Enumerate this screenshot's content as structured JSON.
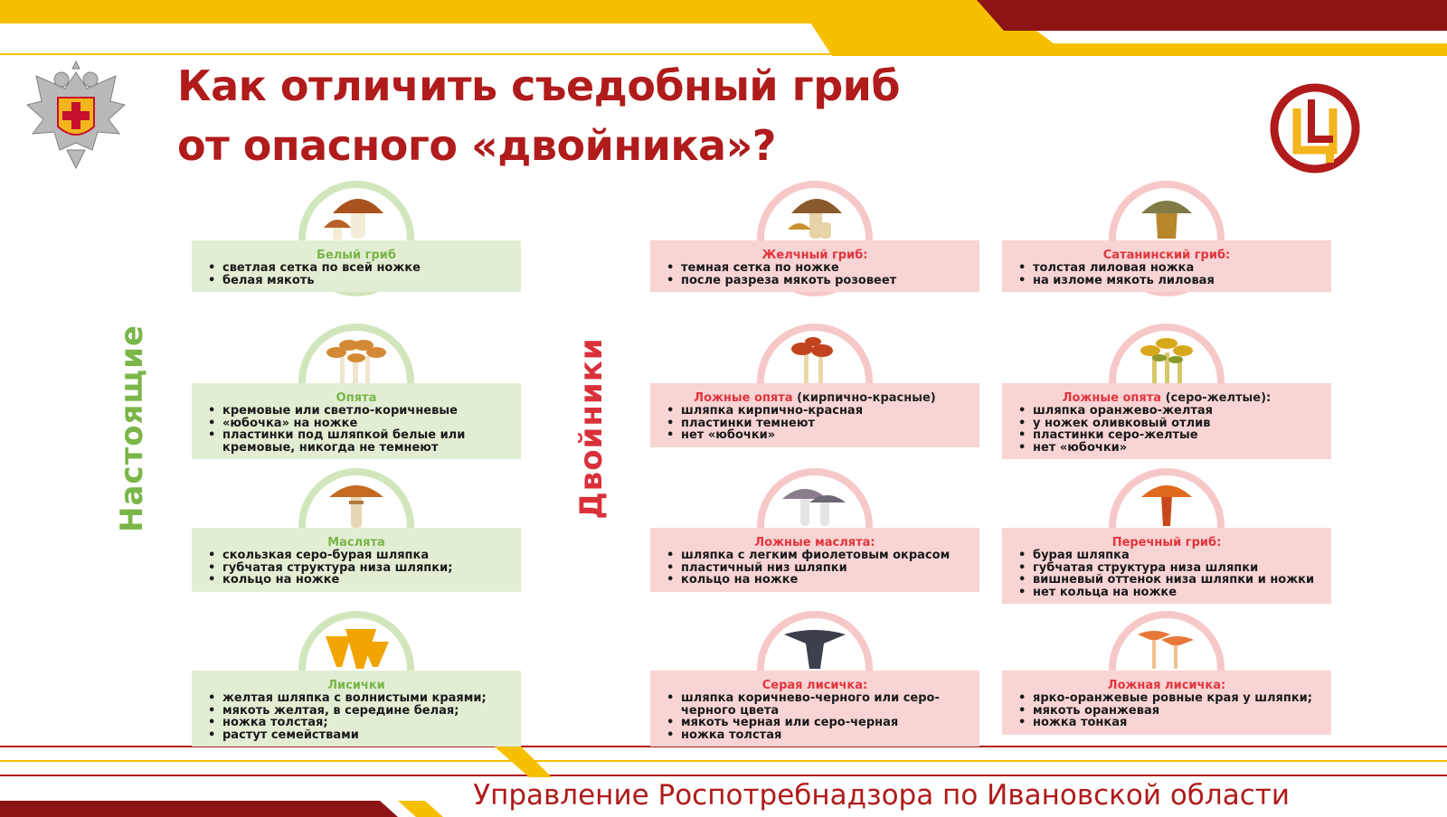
{
  "title": {
    "line1": "Как отличить съедобный гриб",
    "line2": "от опасного «двойника»?"
  },
  "side_labels": {
    "real": "Настоящие",
    "doubles": "Двойники"
  },
  "footer": "Управление Роспотребнадзора по Ивановской области",
  "colors": {
    "brand_red": "#b01b1b",
    "yellow": "#f6c000",
    "green_text": "#7ab648",
    "green_bg": "#e2eed4",
    "pink_bg": "#f9d4d4",
    "pink_title": "#e0353d"
  },
  "cards": {
    "real": [
      {
        "title": "Белый гриб",
        "icon": "white-mushroom-icon",
        "items": [
          "светлая сетка по всей ножке",
          "белая мякоть"
        ]
      },
      {
        "title": "Опята",
        "icon": "honey-mushroom-icon",
        "items": [
          "кремовые или светло-коричневые",
          "«юбочка» на ножке",
          "пластинки под шляпкой белые или кремовые, никогда не темнеют"
        ]
      },
      {
        "title": "Маслята",
        "icon": "butter-mushroom-icon",
        "items": [
          "скользкая серо-бурая шляпка",
          "губчатая структура низа шляпки;",
          "кольцо на ножке"
        ]
      },
      {
        "title": "Лисички",
        "icon": "chanterelle-icon",
        "items": [
          "желтая шляпка с волнистыми краями;",
          "мякоть желтая, в середине белая;",
          "ножка толстая;",
          "растут семействами"
        ]
      }
    ],
    "doubles_a": [
      {
        "title": "Желчный гриб:",
        "icon": "bitter-bolete-icon",
        "items": [
          "темная сетка по ножке",
          "после разреза мякоть розовеет"
        ]
      },
      {
        "title": "Ложные опята",
        "title_suffix": " (кирпично-красные)",
        "icon": "false-honey-red-icon",
        "items": [
          "шляпка кирпично-красная",
          "пластинки темнеют",
          "нет «юбочки»"
        ]
      },
      {
        "title": "Ложные маслята:",
        "icon": "false-butter-mushroom-icon",
        "items": [
          "шляпка с легким фиолетовым окрасом",
          "пластичный низ шляпки",
          "кольцо на ножке"
        ]
      },
      {
        "title": "Серая лисичка:",
        "icon": "grey-chanterelle-icon",
        "items": [
          "шляпка коричнево-черного или серо-черного цвета",
          "мякоть черная или серо-черная",
          "ножка толстая"
        ]
      }
    ],
    "doubles_b": [
      {
        "title": "Сатанинский гриб:",
        "icon": "satanic-mushroom-icon",
        "items": [
          "толстая лиловая ножка",
          "на изломе мякоть лиловая"
        ]
      },
      {
        "title": "Ложные опята",
        "title_suffix": " (серо-желтые):",
        "icon": "false-honey-yellow-icon",
        "items": [
          "шляпка оранжево-желтая",
          "у ножек оливковый отлив",
          "пластинки серо-желтые",
          "нет «юбочки»"
        ]
      },
      {
        "title": "Перечный гриб:",
        "icon": "pepper-mushroom-icon",
        "items": [
          "бурая шляпка",
          "губчатая структура низа шляпки",
          "вишневый оттенок низа шляпки и ножки",
          "нет кольца на ножке"
        ]
      },
      {
        "title": "Ложная лисичка:",
        "icon": "false-chanterelle-icon",
        "items": [
          "ярко-оранжевые ровные края у шляпки;",
          "мякоть оранжевая",
          "ножка тонкая"
        ]
      }
    ]
  }
}
